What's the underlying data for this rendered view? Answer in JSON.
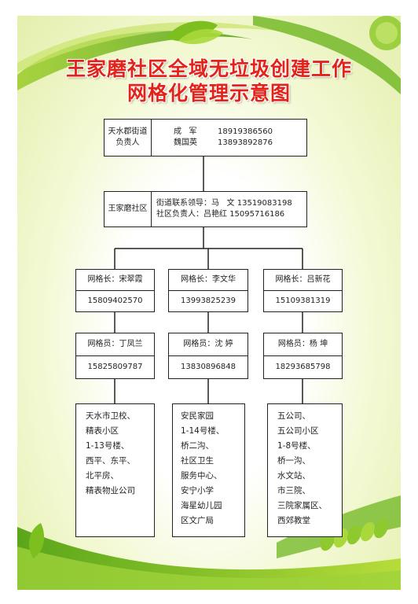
{
  "title": {
    "line1": "王家磨社区全域无垃圾创建工作",
    "line2": "网格化管理示意图"
  },
  "street": {
    "label_line1": "天水郡街道",
    "label_line2": "负责人",
    "person1_name": "成   军",
    "person1_phone": "18919386560",
    "person2_name": "魏国英",
    "person2_phone": "13893892876"
  },
  "community": {
    "label": "王家磨社区",
    "line1_role": "街道联系领导：马   文",
    "line1_phone": "13519083198",
    "line2_role": "社区负责人：吕艳红",
    "line2_phone": "15095716186"
  },
  "columns": [
    {
      "leader_label": "网格长：宋翠霞",
      "leader_phone": "15809402570",
      "member_label": "网格员：丁凤兰",
      "member_phone": "15825809787",
      "areas": [
        "天水市卫校、",
        "精表小区",
        "1-13号楼、",
        "西平、东平、",
        "北平房、",
        "精表物业公司"
      ]
    },
    {
      "leader_label": "网格长：李文华",
      "leader_phone": "13993825239",
      "member_label": "网格员：沈 婷",
      "member_phone": "13830896848",
      "areas": [
        "安民家园",
        "1-14号楼、",
        "桥二沟、",
        "社区卫生",
        "服务中心、",
        "安宁小学",
        "海星幼儿园",
        "区文广局"
      ]
    },
    {
      "leader_label": "网格长：吕新花",
      "leader_phone": "15109381319",
      "member_label": "网格员：杨 坤",
      "member_phone": "18293685798",
      "areas": [
        "五公司、",
        "五公司小区",
        "1-8号楼、",
        "桥一沟、",
        "水文站、",
        "市三院、",
        "三院家属区、",
        "西郊教堂"
      ]
    }
  ],
  "colors": {
    "title_red": "#e2231a",
    "leaf_green": "#7cbf1f",
    "dark_green": "#3f8f12"
  }
}
